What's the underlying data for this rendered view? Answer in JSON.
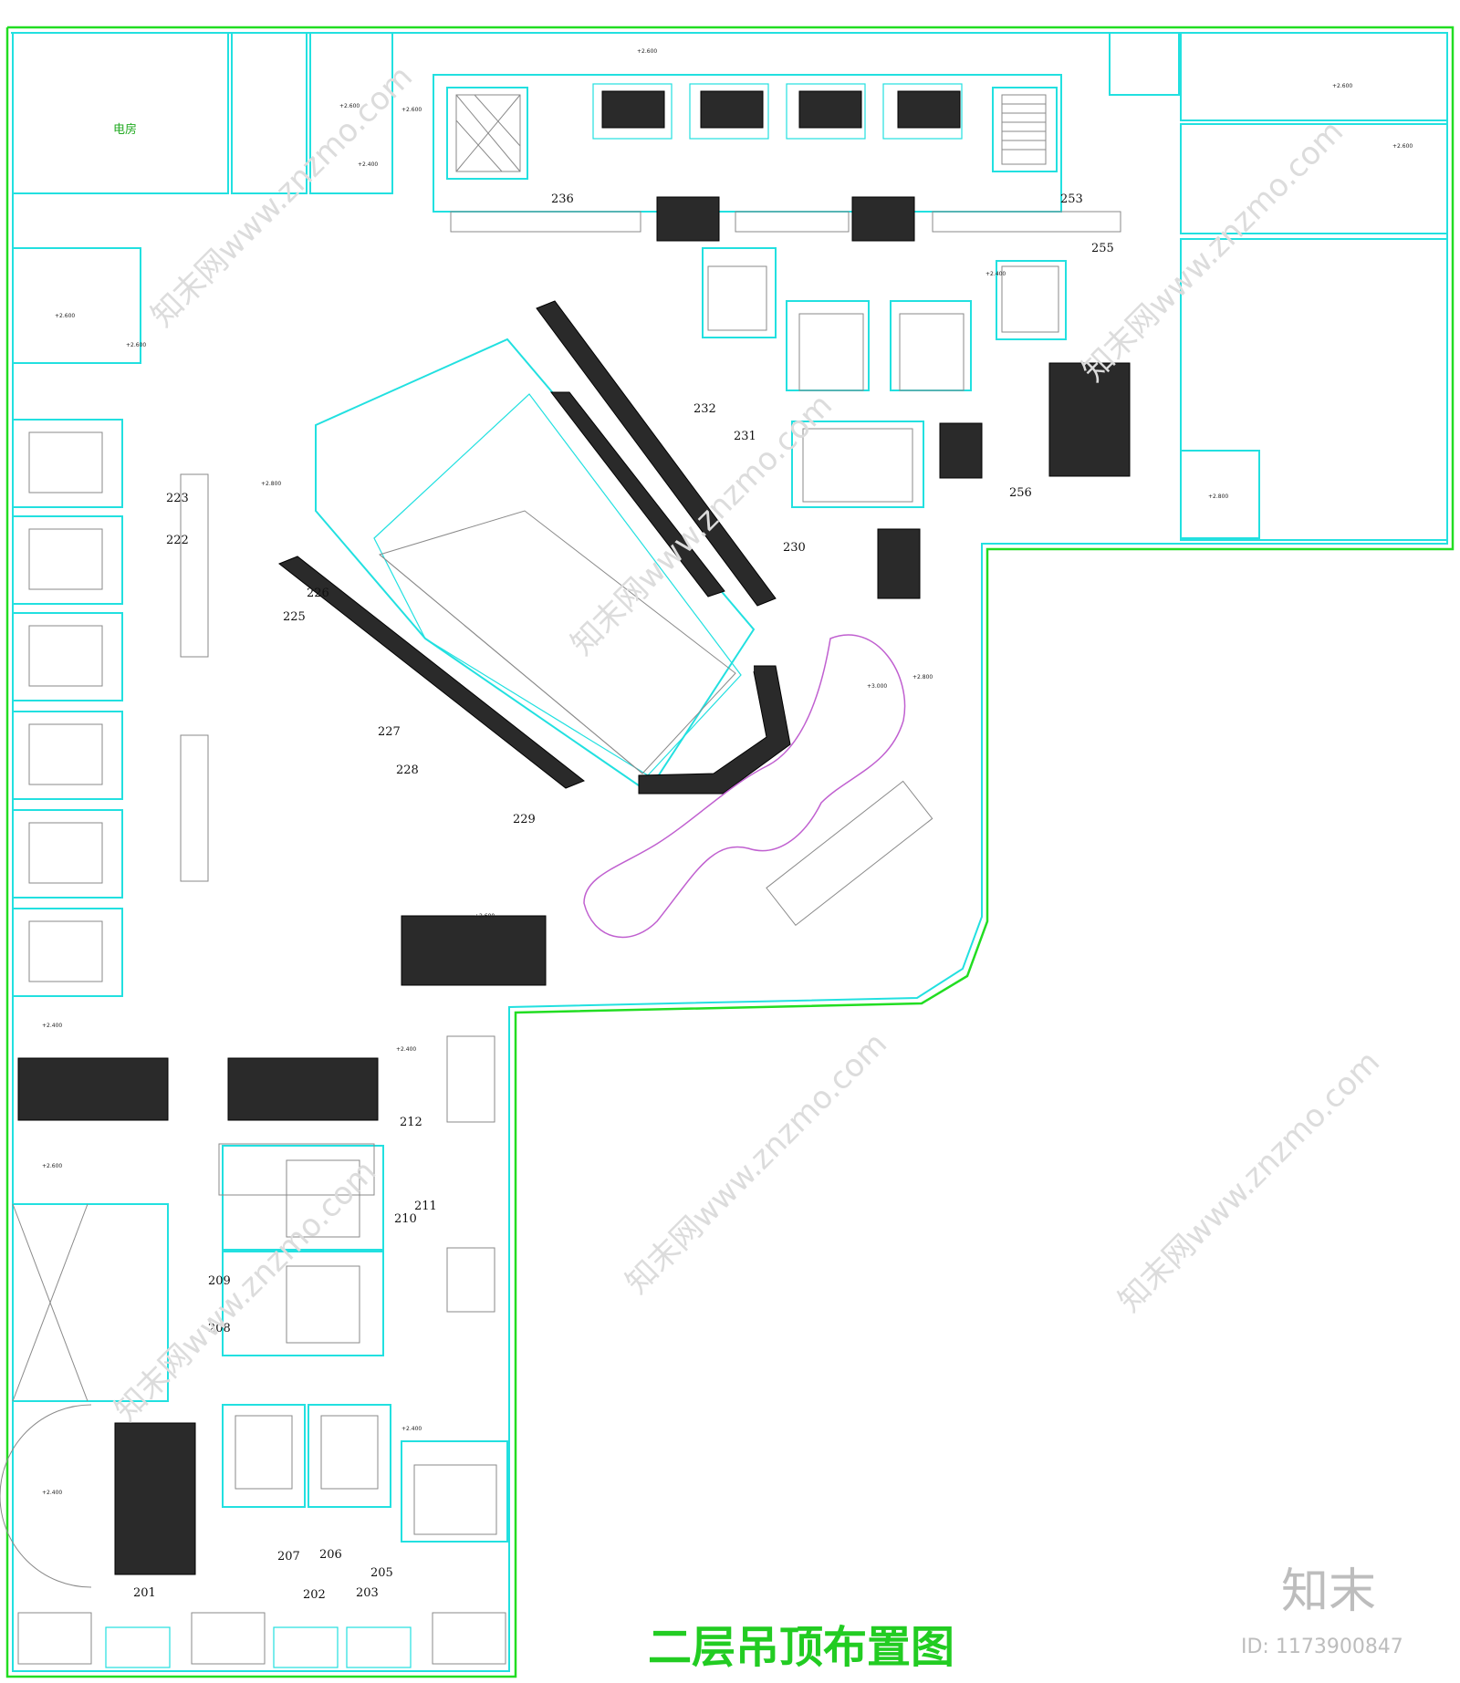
{
  "drawing": {
    "title": "二层吊顶布置图",
    "power_room_label": "电房",
    "room_numbers": [
      {
        "text": "236"
      },
      {
        "text": "253"
      },
      {
        "text": "255"
      },
      {
        "text": "232"
      },
      {
        "text": "231"
      },
      {
        "text": "230"
      },
      {
        "text": "256"
      },
      {
        "text": "223"
      },
      {
        "text": "222"
      },
      {
        "text": "226"
      },
      {
        "text": "225"
      },
      {
        "text": "227"
      },
      {
        "text": "228"
      },
      {
        "text": "229"
      },
      {
        "text": "212"
      },
      {
        "text": "211"
      },
      {
        "text": "210"
      },
      {
        "text": "209"
      },
      {
        "text": "208"
      },
      {
        "text": "207"
      },
      {
        "text": "206"
      },
      {
        "text": "205"
      },
      {
        "text": "203"
      },
      {
        "text": "202"
      },
      {
        "text": "201"
      }
    ],
    "ceiling_heights": [
      "+2.400",
      "+2.600",
      "+2.800",
      "+3.000"
    ]
  },
  "watermark": {
    "logo": "知末",
    "id": "ID: 1173900847",
    "site": "知末网www.znzmo.com"
  }
}
